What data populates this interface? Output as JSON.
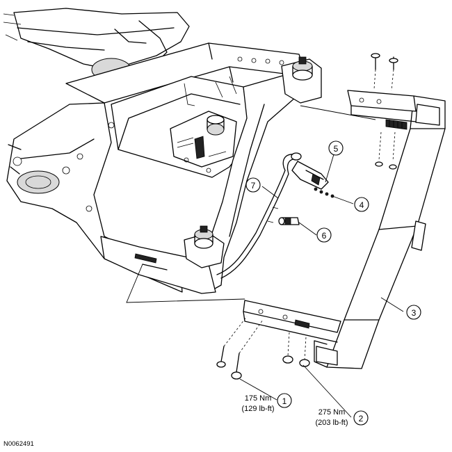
{
  "figure_id": "N0062491",
  "callouts": [
    {
      "number": "1",
      "torque_nm": "175 Nm",
      "torque_lbft": "(129 lb-ft)"
    },
    {
      "number": "2",
      "torque_nm": "275 Nm",
      "torque_lbft": "(203 lb-ft)"
    },
    {
      "number": "3"
    },
    {
      "number": "4"
    },
    {
      "number": "5"
    },
    {
      "number": "6"
    },
    {
      "number": "7"
    }
  ]
}
